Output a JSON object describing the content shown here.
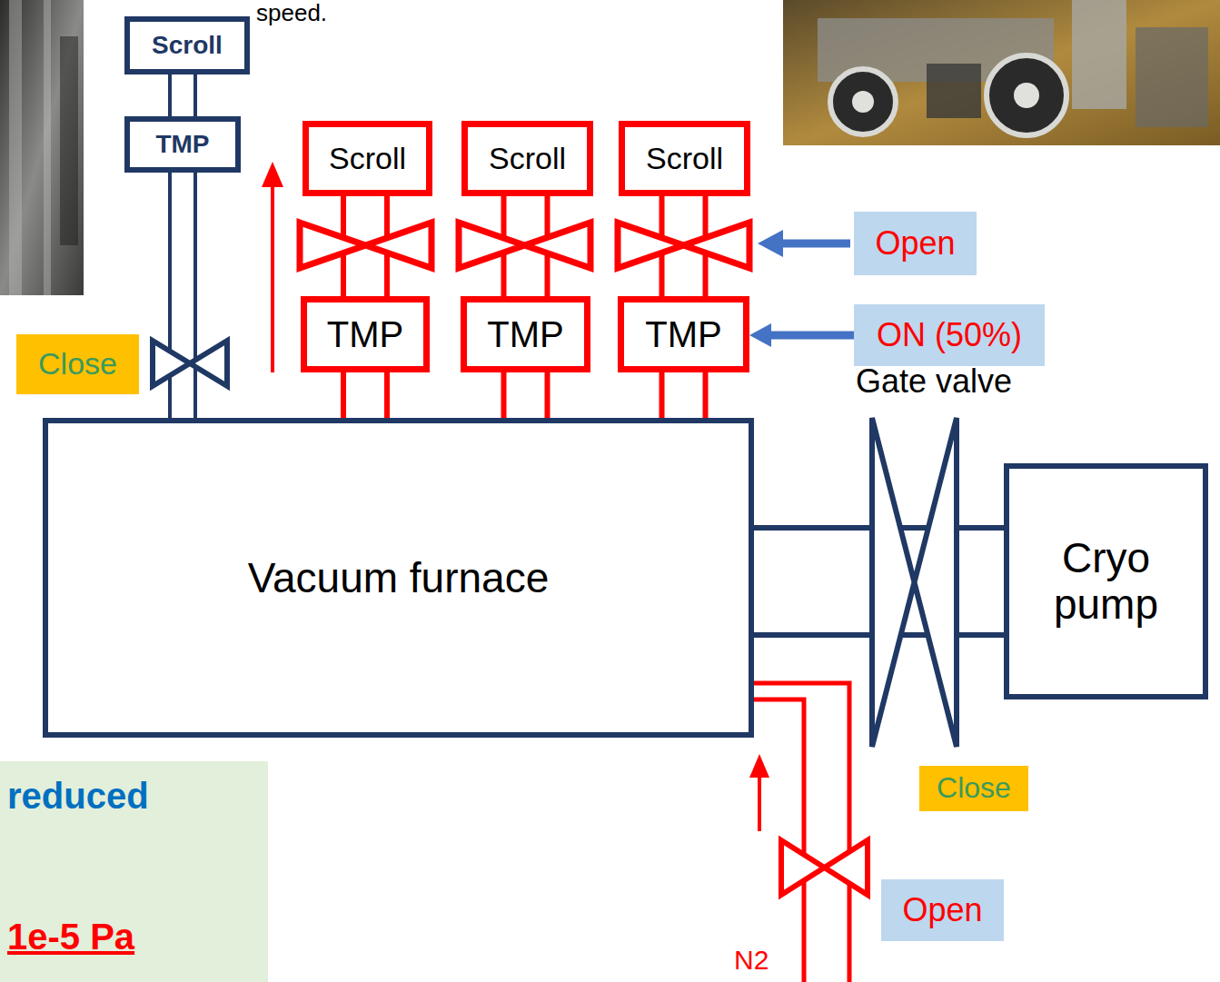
{
  "diagram": {
    "nodes": [
      {
        "text": [
          "Scroll"
        ]
      },
      {
        "text": [
          "TMP"
        ]
      },
      {
        "text": [
          "Scroll"
        ]
      },
      {
        "text": [
          "Scroll"
        ]
      },
      {
        "text": [
          "Scroll"
        ]
      },
      {
        "text": [
          "Open"
        ]
      },
      {
        "text": [
          "TMP"
        ]
      },
      {
        "text": [
          "TMP"
        ]
      },
      {
        "text": [
          "TMP"
        ]
      },
      {
        "text": [
          "ON (50%)"
        ]
      },
      {
        "text": [
          "Close"
        ]
      },
      {
        "text": [
          "Vacuum furnace"
        ]
      },
      {
        "text": [
          "Cryo pump"
        ]
      },
      {
        "text": [
          "reduced",
          "1e-5 Pa"
        ]
      },
      {
        "text": [
          "Close"
        ]
      },
      {
        "text": [
          "Open"
        ]
      }
    ],
    "edges": [
      {
        "from": 0,
        "to": 1,
        "arrow": "none"
      },
      {
        "from": 1,
        "to": 11,
        "arrow": "none"
      },
      {
        "from": 2,
        "to": 6,
        "arrow": "none"
      },
      {
        "from": 3,
        "to": 7,
        "arrow": "none"
      },
      {
        "from": 4,
        "to": 8,
        "arrow": "none"
      },
      {
        "from": 6,
        "to": 11,
        "arrow": "none"
      },
      {
        "from": 7,
        "to": 11,
        "arrow": "none"
      },
      {
        "from": 8,
        "to": 11,
        "arrow": "none"
      },
      {
        "from": 11,
        "to": 12,
        "arrow": "none"
      },
      {
        "from": 9,
        "to": 8,
        "arrow": "to"
      }
    ],
    "labels": [
      "speed.",
      "Gate valve",
      "N2"
    ]
  }
}
